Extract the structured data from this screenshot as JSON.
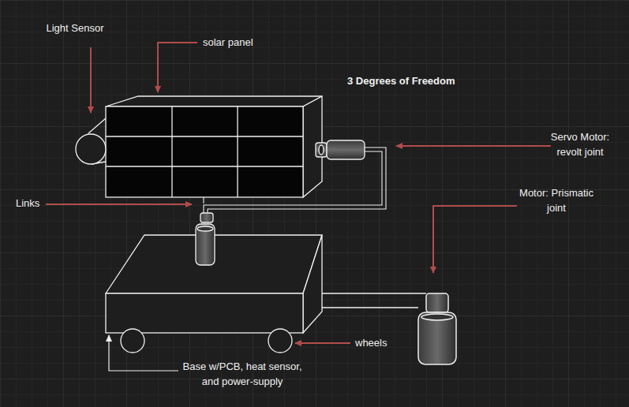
{
  "diagram": {
    "title": "3 Degrees of Freedom",
    "labels": [
      "Light Sensor",
      "solar panel",
      "Servo Motor: revolt joint",
      "Motor: Prismatic joint",
      "Links",
      "wheels",
      "Base w/PCB, heat sensor, and power-supply"
    ]
  }
}
